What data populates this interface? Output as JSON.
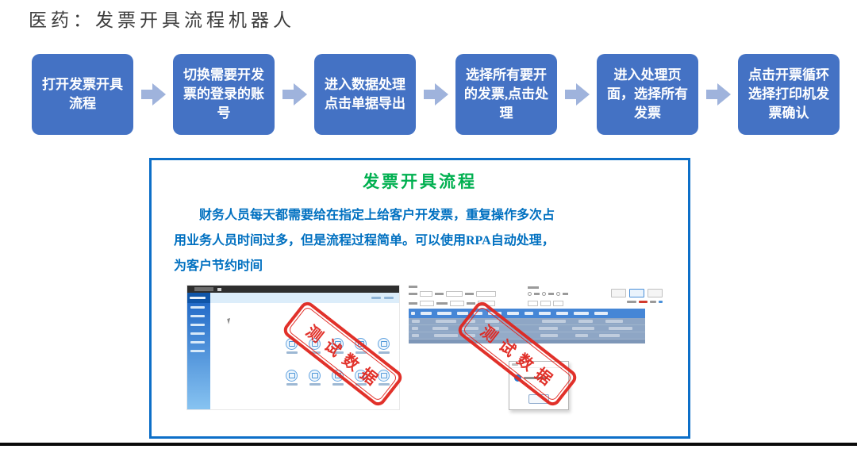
{
  "page": {
    "title": "医药：发票开具流程机器人"
  },
  "flow": {
    "box_color": "#4472C4",
    "arrow_color": "#9FB3DC",
    "steps": [
      "打开发票开具流程",
      "切换需要开发票的登录的账号",
      "进入数据处理点击单据导出",
      "选择所有要开的发票,点击处理",
      "进入处理页面，选择所有发票",
      "点击开票循环选择打印机发票确认"
    ]
  },
  "panel": {
    "border_color": "#0D6FC8",
    "title": "发票开具流程",
    "title_color": "#00B050",
    "body_color": "#0070C0",
    "body_lines": [
      "财务人员每天都需要给在指定上给客户开发票，重复操作多次占",
      "用业务人员时间过多，但是流程过程简单。可以使用RPA自动处理，",
      "为客户节约时间"
    ],
    "watermark": {
      "text": "测试数据",
      "color": "#E0261F"
    }
  }
}
